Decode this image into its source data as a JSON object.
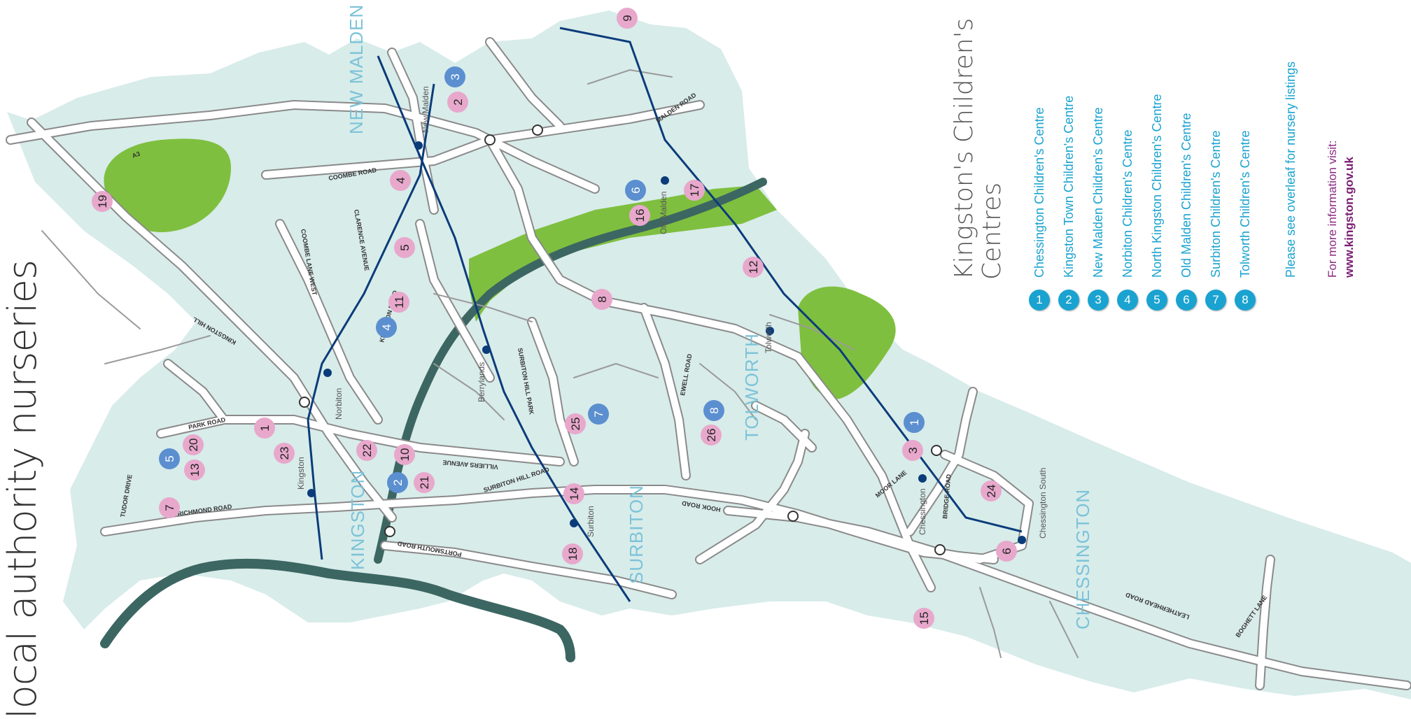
{
  "page_title": "local authority nurseries",
  "legend": {
    "title_line1": "Kingston's Children's",
    "title_line2": "Centres",
    "items": [
      {
        "num": "1",
        "label": "Chessington Children's Centre"
      },
      {
        "num": "2",
        "label": "Kingston Town Children's Centre"
      },
      {
        "num": "3",
        "label": "New Malden Children's Centre"
      },
      {
        "num": "4",
        "label": "Norbiton Children's Centre"
      },
      {
        "num": "5",
        "label": "North Kingston Children's Centre"
      },
      {
        "num": "6",
        "label": "Old Malden Children's Centre"
      },
      {
        "num": "7",
        "label": "Surbiton Children's Centre"
      },
      {
        "num": "8",
        "label": "Tolworth Children's Centre"
      }
    ],
    "note": "Please see overleaf for nursery listings",
    "info_text": "For more information visit:",
    "info_url": "www.kingston.gov.uk"
  },
  "colors": {
    "land": "#d8ecea",
    "park": "#7fbf3f",
    "river": "#3c6662",
    "rail": "#0b3c7a",
    "area_label": "#7cc3d8",
    "centre_marker": "#5b8fd0",
    "nursery_marker": "#e8a8cc",
    "legend_blue": "#1aa3d0"
  },
  "areas": [
    "NEW MALDEN",
    "KINGSTON",
    "SURBITON",
    "TOLWORTH",
    "CHESSINGTON"
  ],
  "stations": [
    "New Malden",
    "Norbiton",
    "Kingston",
    "Berrylands",
    "Surbiton",
    "Old Malden",
    "Tolworth",
    "Chessington",
    "Chessington South"
  ],
  "roads": [
    "A3",
    "COOMBE ROAD",
    "MALDEN ROAD",
    "COOMBE LANE WEST",
    "CLARENCE AVENUE",
    "KINGSTON HILL",
    "KINGSTON ROAD",
    "PARK ROAD",
    "TUDOR DRIVE",
    "RICHMOND ROAD",
    "SURBITON HILL PARK",
    "VILLIERS AVENUE",
    "SURBITON HILL ROAD",
    "PORTSMOUTH ROAD",
    "EWELL ROAD",
    "HOOK ROAD",
    "MOOR LANE",
    "BRIDGE ROAD",
    "LEATHERHEAD ROAD",
    "BOGHETT LANE"
  ],
  "children_centres": [
    "1",
    "2",
    "3",
    "4",
    "5",
    "6",
    "7",
    "8"
  ],
  "nurseries": [
    "1",
    "2",
    "3",
    "4",
    "5",
    "6",
    "7",
    "8",
    "9",
    "10",
    "11",
    "12",
    "13",
    "14",
    "15",
    "16",
    "17",
    "18",
    "19",
    "20",
    "21",
    "22",
    "23",
    "24",
    "25",
    "26"
  ]
}
